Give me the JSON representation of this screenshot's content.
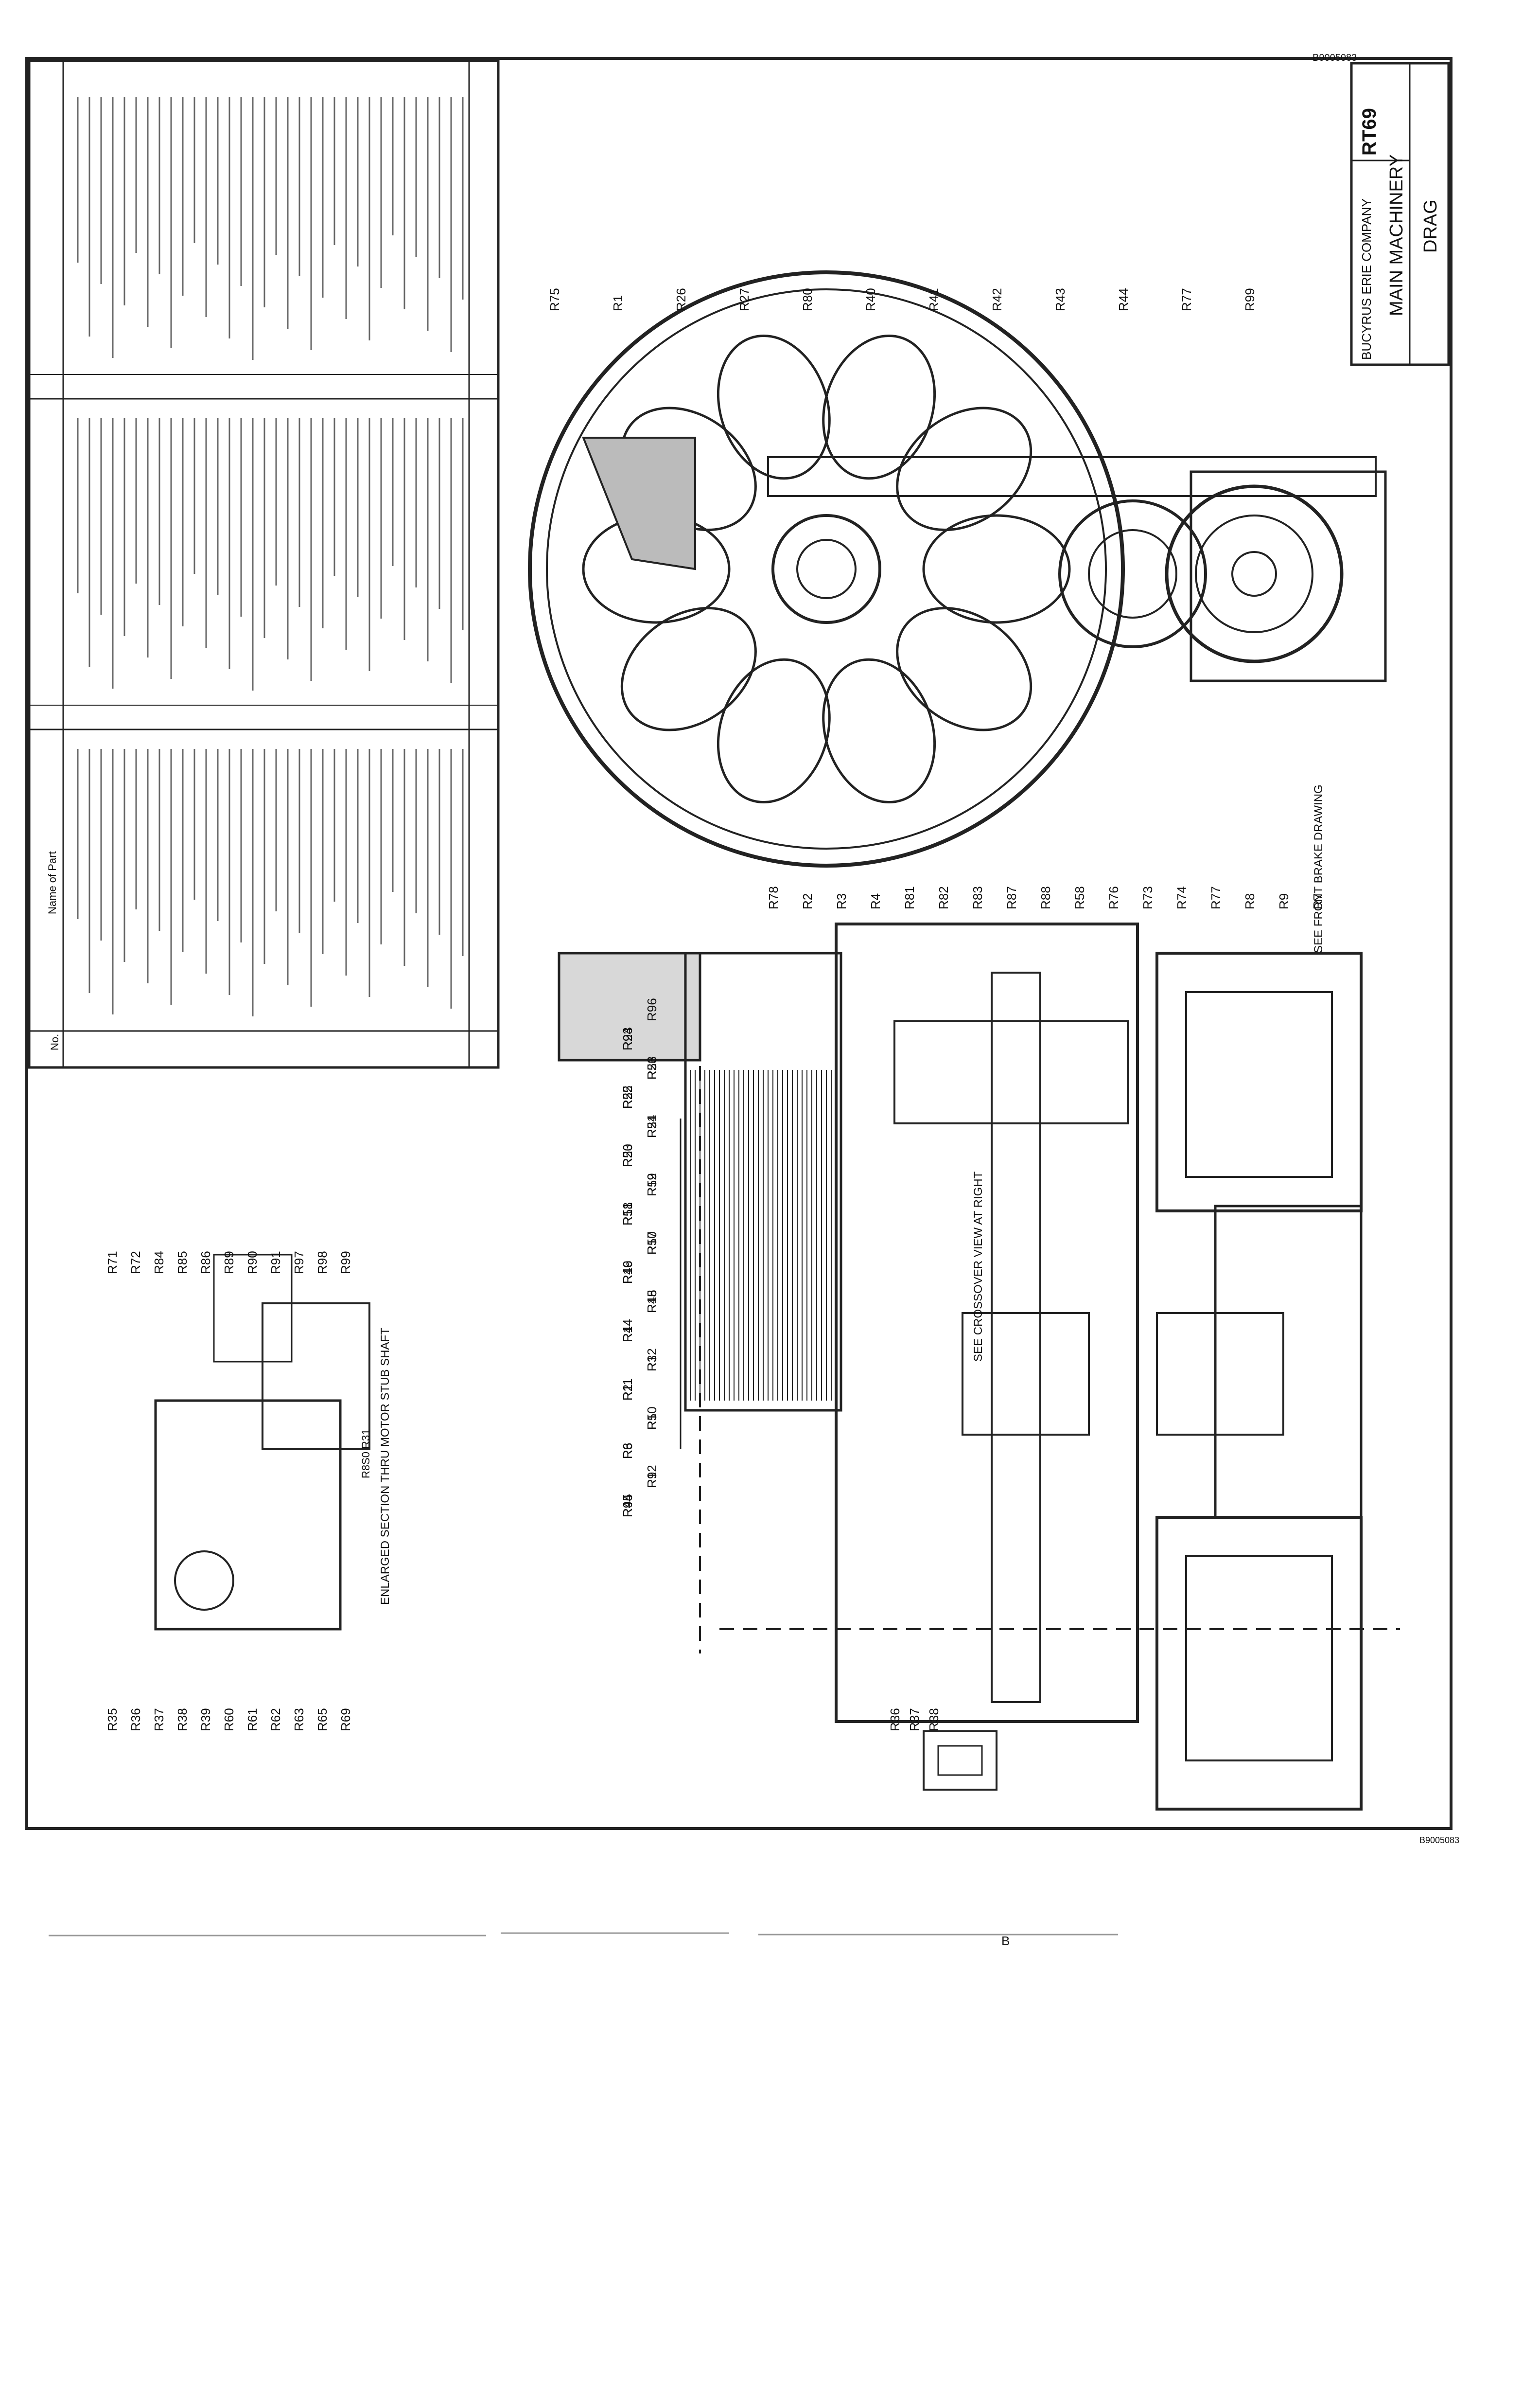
{
  "drawing": {
    "company": "BUCYRUS ERIE COMPANY",
    "drawing_number": "RT69",
    "title_line1": "MAIN MACHINERY",
    "title_line2": "DRAG",
    "top_code": "B9005083"
  },
  "callouts": {
    "plan": [
      "R45",
      "R1",
      "R6",
      "R5",
      "R2",
      "R3",
      "R4",
      "R48",
      "R49",
      "R50",
      "R51",
      "R52",
      "R53",
      "R54",
      "R55",
      "R56",
      "R93",
      "R96",
      "R94",
      "R92",
      "R8",
      "R10",
      "R11",
      "R12",
      "R14",
      "R15",
      "R16",
      "R17",
      "R18",
      "R19",
      "R20",
      "R21",
      "R22",
      "R23",
      "R24"
    ],
    "elevation": [
      "R75",
      "R1",
      "R26",
      "R27",
      "R80",
      "R40",
      "R41",
      "R42",
      "R43",
      "R44",
      "R77",
      "R99"
    ],
    "top_row": [
      "R78",
      "R2",
      "R3",
      "R4",
      "R81",
      "R82",
      "R83",
      "R87",
      "R88",
      "R58",
      "R76",
      "R73",
      "R74",
      "R77",
      "R8",
      "R9",
      "R7"
    ],
    "detail": [
      "R35",
      "R36",
      "R37",
      "R38",
      "R39",
      "R60",
      "R61",
      "R62",
      "R63",
      "R65",
      "R69",
      "R71",
      "R72",
      "R84",
      "R85",
      "R86",
      "R89",
      "R90",
      "R91",
      "R97",
      "R98",
      "R99"
    ],
    "side_detail": [
      "R36",
      "R37",
      "R38"
    ]
  },
  "labels": {
    "detail_caption": "ENLARGED SECTION THRU MOTOR STUB SHAFT",
    "detail_sub": "R8S0   R31",
    "view_note": "SEE FRONT BRAKE DRAWING",
    "cross_note": "SEE CROSSOVER VIEW AT RIGHT",
    "small_mark": "B",
    "sheet_code": "B9005083"
  },
  "table_headers": {
    "no": "No.",
    "name": "Name of Part"
  }
}
